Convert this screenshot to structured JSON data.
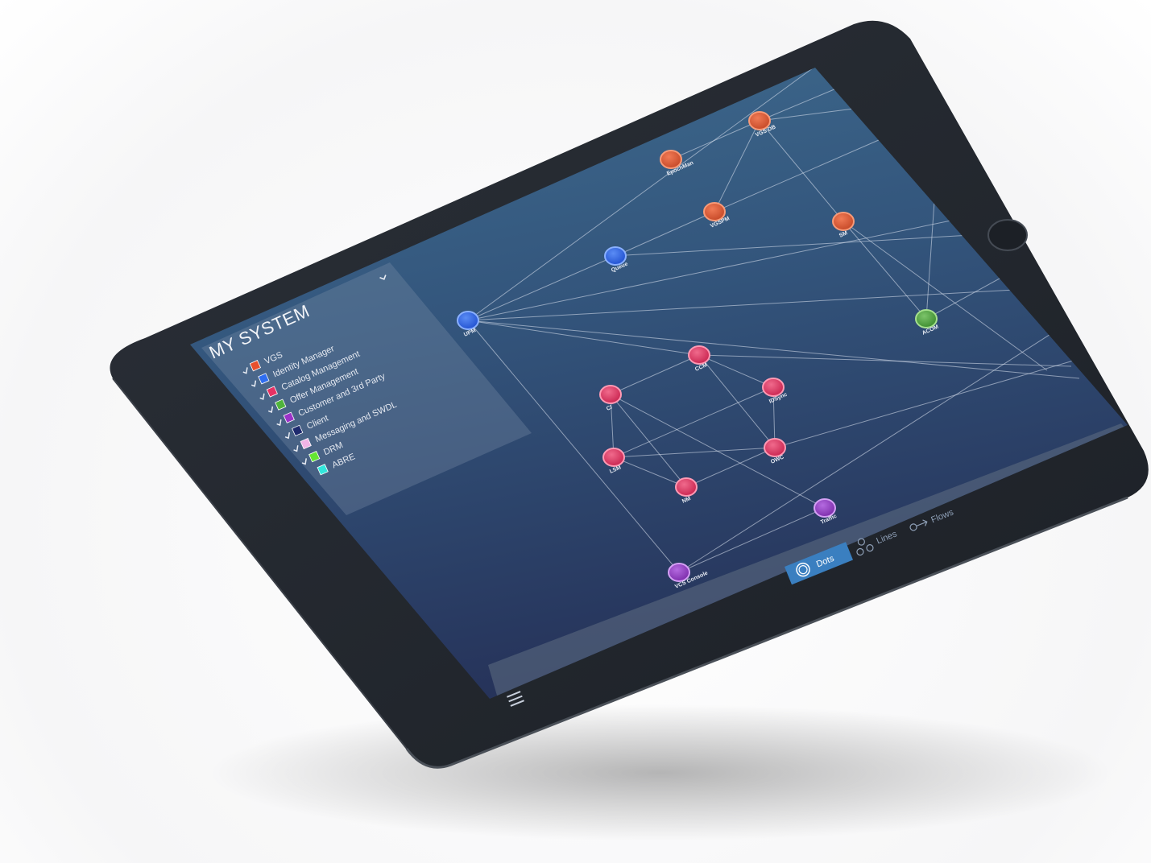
{
  "legend": {
    "title": "MY SYSTEM",
    "items": [
      {
        "label": "VGS",
        "color": "#e8502e",
        "checked": true
      },
      {
        "label": "Identity Manager",
        "color": "#2f6df0",
        "checked": true
      },
      {
        "label": "Catalog Management",
        "color": "#e63264",
        "checked": true
      },
      {
        "label": "Offer Management",
        "color": "#4fb43c",
        "checked": true
      },
      {
        "label": "Customer and 3rd Party",
        "color": "#9b32c8",
        "checked": true
      },
      {
        "label": "Client",
        "color": "#1e2a6e",
        "checked": true
      },
      {
        "label": "Messaging and SWDL",
        "color": "#f0b4e6",
        "checked": true
      },
      {
        "label": "DRM",
        "color": "#64e632",
        "checked": true
      },
      {
        "label": "ABRE",
        "color": "#32e6dc",
        "checked": false
      }
    ]
  },
  "graph": {
    "nodes": [
      {
        "label": "VGS DB",
        "group": "VGS"
      },
      {
        "label": "EpochMan",
        "group": "VGS"
      },
      {
        "label": "VGSPM",
        "group": "VGS"
      },
      {
        "label": "SM",
        "group": "VGS"
      },
      {
        "label": "Queue",
        "group": "Identity Manager"
      },
      {
        "label": "UPM",
        "group": "Identity Manager"
      },
      {
        "label": "ACOM",
        "group": "Offer Management"
      },
      {
        "label": "CCM",
        "group": "Catalog Management"
      },
      {
        "label": "CI",
        "group": "Catalog Management"
      },
      {
        "label": "IDSync",
        "group": "Catalog Management"
      },
      {
        "label": "LSM",
        "group": "Catalog Management"
      },
      {
        "label": "OWC",
        "group": "Catalog Management"
      },
      {
        "label": "NM",
        "group": "Catalog Management"
      },
      {
        "label": "Traffic",
        "group": "Customer and 3rd Party"
      },
      {
        "label": "VCS Console",
        "group": "Customer and 3rd Party"
      }
    ]
  },
  "tabs": [
    {
      "label": "Dots",
      "icon": "circle-target-icon",
      "active": true
    },
    {
      "label": "Lines",
      "icon": "network-nodes-icon",
      "active": false
    },
    {
      "label": "Flows",
      "icon": "flow-arrow-icon",
      "active": false
    }
  ],
  "colors": {
    "bezel": "#23272e",
    "screen_top": "#3d6689",
    "screen_bottom": "#25355a",
    "tab_active": "#3a7fc0"
  },
  "icons": {
    "menu": "hamburger-menu-icon",
    "collapse": "chevron-down-icon",
    "home": "home-button"
  }
}
